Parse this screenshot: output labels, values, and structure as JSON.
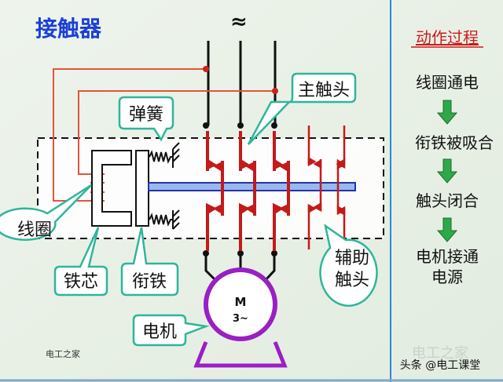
{
  "title": "接触器",
  "ac_symbol": "≈",
  "labels": {
    "spring": "弹簧",
    "main_contact": "主触头",
    "coil": "线圈",
    "core": "铁芯",
    "armature": "衔铁",
    "aux_contact_line1": "辅助",
    "aux_contact_line2": "触头",
    "motor": "电机",
    "motor_symbol": "M",
    "motor_phase": "3~"
  },
  "process": {
    "heading": "动作过程",
    "steps": [
      "线圈通电",
      "衔铁被吸合",
      "触头闭合",
      "电机接通",
      "电源"
    ]
  },
  "source_caption": "电工之家",
  "watermark": {
    "faint": "电工之家",
    "text": "头条 @电工课堂"
  },
  "colors": {
    "title": "#1b3fd6",
    "wire_red": "#cc1a1a",
    "coil_wire": "#e2543a",
    "motor": "#9a1fc4",
    "callout": "#2fb59a",
    "arrow": "#2ea84a",
    "divider": "#2a8ad0"
  }
}
